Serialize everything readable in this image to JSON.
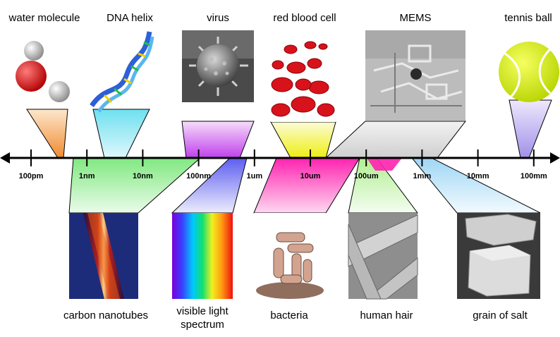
{
  "top_items": [
    {
      "label": "water molecule"
    },
    {
      "label": "DNA helix"
    },
    {
      "label": "virus"
    },
    {
      "label": "red blood cell"
    },
    {
      "label": "MEMS"
    },
    {
      "label": "tennis ball"
    }
  ],
  "bottom_items": [
    {
      "label": "carbon nanotubes"
    },
    {
      "label": "visible light spectrum",
      "line1": "visible light",
      "line2": "spectrum"
    },
    {
      "label": "bacteria"
    },
    {
      "label": "human hair"
    },
    {
      "label": "grain of salt"
    }
  ],
  "axis": {
    "ticks": [
      "100pm",
      "1nm",
      "10nm",
      "100nm",
      "1um",
      "10um",
      "100um",
      "1mm",
      "10mm",
      "100mm"
    ]
  },
  "colors": {
    "water": "#f0a050",
    "dna": "#7ee6f0",
    "virus": "#cc55ee",
    "rbc": "#f0f020",
    "mems": "#d8d8d8",
    "tennis": "#b7a8ee",
    "nanotubes": "#90ee90",
    "spectrum": "#8080f0",
    "bacteria": "#ff33bb",
    "hair": "#b8f0a0",
    "salt": "#a8dcf5"
  }
}
